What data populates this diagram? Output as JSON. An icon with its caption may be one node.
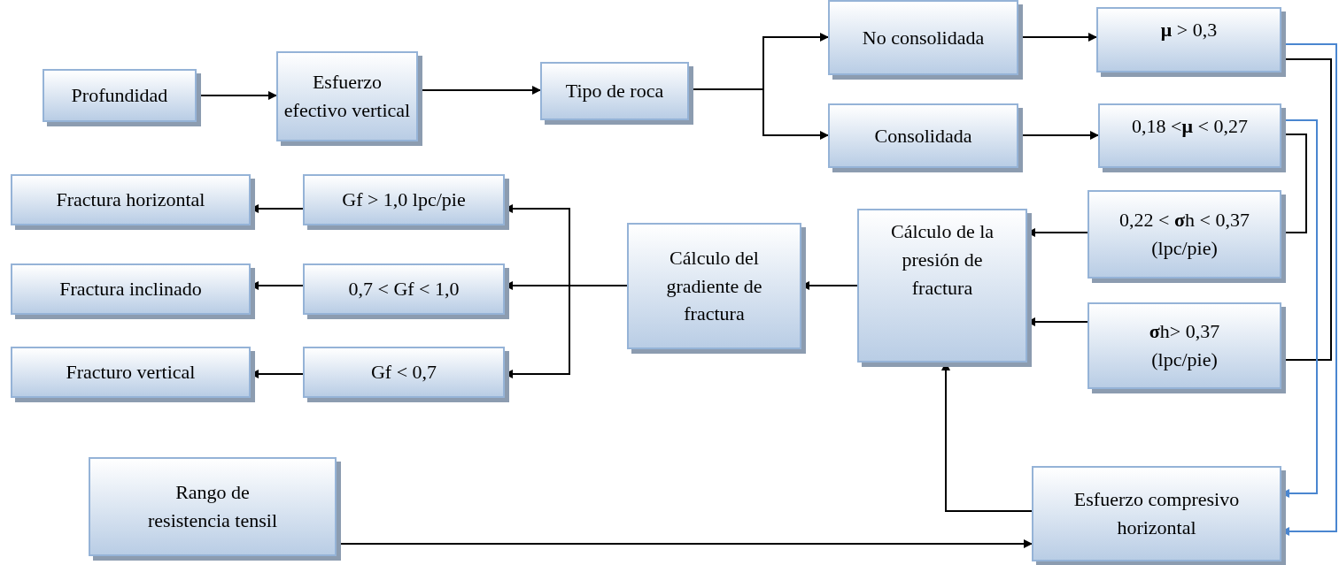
{
  "diagram": {
    "nodes": [
      {
        "text": [
          "Profundidad"
        ]
      },
      {
        "text": [
          "Esfuerzo efectivo vertical"
        ]
      },
      {
        "text": [
          "Tipo de roca"
        ]
      },
      {
        "text": [
          "No consolidada"
        ]
      },
      {
        "text": [
          "Consolidada"
        ]
      },
      {
        "text": [
          "**μ** > 0,3"
        ]
      },
      {
        "text": [
          "0,18 <**μ** < 0,27"
        ]
      },
      {
        "text": [
          "Fractura horizontal"
        ]
      },
      {
        "text": [
          "Gf > 1,0 lpc/pie"
        ]
      },
      {
        "text": [
          "0,22 < **σ**h < 0,37 (lpc/pie)"
        ]
      },
      {
        "text": [
          "Cálculo de la presión de fractura"
        ]
      },
      {
        "text": [
          "Cálculo del gradiente de fractura"
        ]
      },
      {
        "text": [
          "Fractura inclinado"
        ]
      },
      {
        "text": [
          "0,7 < Gf < 1,0"
        ]
      },
      {
        "text": [
          "**σ**h> 0,37 (lpc/pie)"
        ]
      },
      {
        "text": [
          "Fracturo vertical"
        ]
      },
      {
        "text": [
          "Gf < 0,7"
        ]
      },
      {
        "text": [
          "Rango de resistencia tensil"
        ]
      },
      {
        "text": [
          "Esfuerzo compresivo horizontal"
        ]
      }
    ],
    "edges": [
      {
        "from": 0,
        "to": 1,
        "arrow": "to"
      },
      {
        "from": 1,
        "to": 2,
        "arrow": "to"
      },
      {
        "from": 2,
        "to": 3,
        "arrow": "to"
      },
      {
        "from": 2,
        "to": 4,
        "arrow": "to"
      },
      {
        "from": 3,
        "to": 5,
        "arrow": "to"
      },
      {
        "from": 4,
        "to": 6,
        "arrow": "to"
      },
      {
        "from": 5,
        "to": 14,
        "arrow": "none"
      },
      {
        "from": 6,
        "to": 9,
        "arrow": "none"
      },
      {
        "from": 5,
        "to": 18,
        "arrow": "to",
        "color": "#4a86d0"
      },
      {
        "from": 6,
        "to": 18,
        "arrow": "to",
        "color": "#4a86d0"
      },
      {
        "from": 9,
        "to": 10,
        "arrow": "to"
      },
      {
        "from": 14,
        "to": 10,
        "arrow": "to"
      },
      {
        "from": 18,
        "to": 10,
        "arrow": "to"
      },
      {
        "from": 17,
        "to": 18,
        "arrow": "to"
      },
      {
        "from": 10,
        "to": 11,
        "arrow": "to"
      },
      {
        "from": 11,
        "to": 8,
        "arrow": "to"
      },
      {
        "from": 11,
        "to": 13,
        "arrow": "to"
      },
      {
        "from": 11,
        "to": 16,
        "arrow": "to"
      },
      {
        "from": 8,
        "to": 7,
        "arrow": "to"
      },
      {
        "from": 13,
        "to": 12,
        "arrow": "to"
      },
      {
        "from": 16,
        "to": 15,
        "arrow": "to"
      }
    ]
  }
}
